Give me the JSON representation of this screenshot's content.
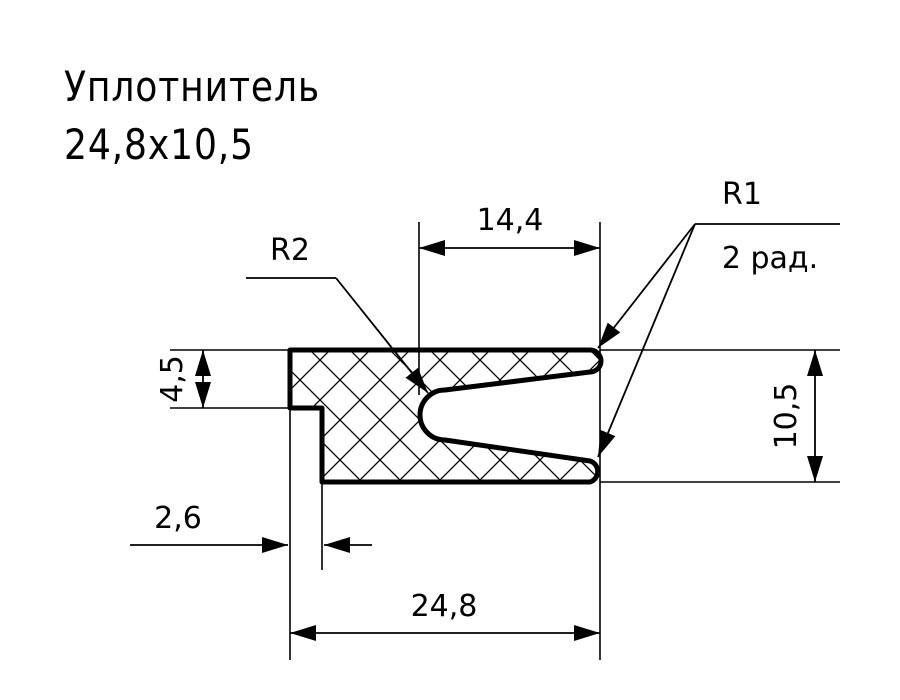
{
  "title": {
    "line1": "Уплотнитель",
    "line2": "24,8x10,5"
  },
  "dimensions": {
    "slot_width": "14,4",
    "lip_height": "4,5",
    "total_height": "10,5",
    "step_width": "2,6",
    "total_width": "24,8",
    "radius_2": "R2",
    "radius_1": "R1",
    "radius_1_note": "2 рад."
  },
  "colors": {
    "line": "#000000",
    "background": "#ffffff"
  }
}
